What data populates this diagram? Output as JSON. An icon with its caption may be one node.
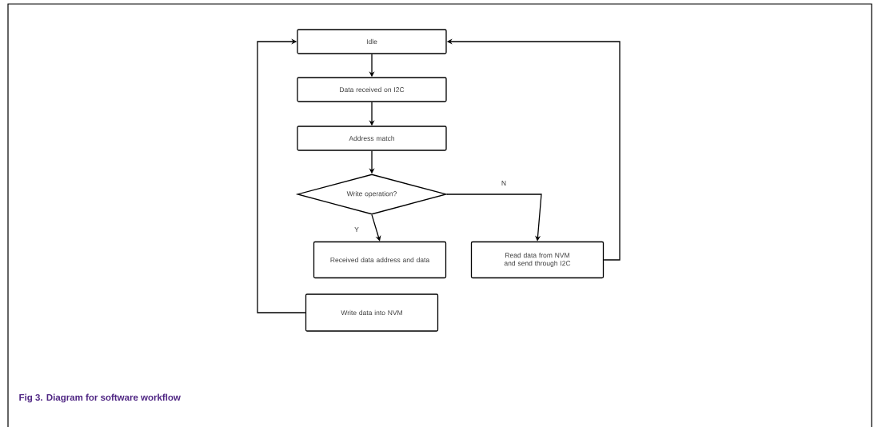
{
  "diagram": {
    "caption": "Fig 3. Diagram for software workflow",
    "nodes": [
      {
        "text": [
          "Idle"
        ]
      },
      {
        "text": [
          "Data received on I2C"
        ]
      },
      {
        "text": [
          "Address match"
        ]
      },
      {
        "text": [
          "Write operation?"
        ]
      },
      {
        "text": [
          "Received data address and data"
        ]
      },
      {
        "text": [
          "Read data from NVM and send through I2C"
        ]
      },
      {
        "text": [
          "Write data into NVM"
        ]
      }
    ],
    "edges": [
      {
        "from": 0,
        "to": 1,
        "arrow": "to"
      },
      {
        "from": 1,
        "to": 2,
        "arrow": "to"
      },
      {
        "from": 2,
        "to": 3,
        "arrow": "to"
      },
      {
        "from": 3,
        "to": 4,
        "arrow": "to",
        "label": "Y"
      },
      {
        "from": 3,
        "to": 5,
        "arrow": "to",
        "label": "N"
      },
      {
        "from": 5,
        "to": 0,
        "arrow": "to"
      },
      {
        "from": 6,
        "to": 0,
        "arrow": "to"
      }
    ]
  }
}
